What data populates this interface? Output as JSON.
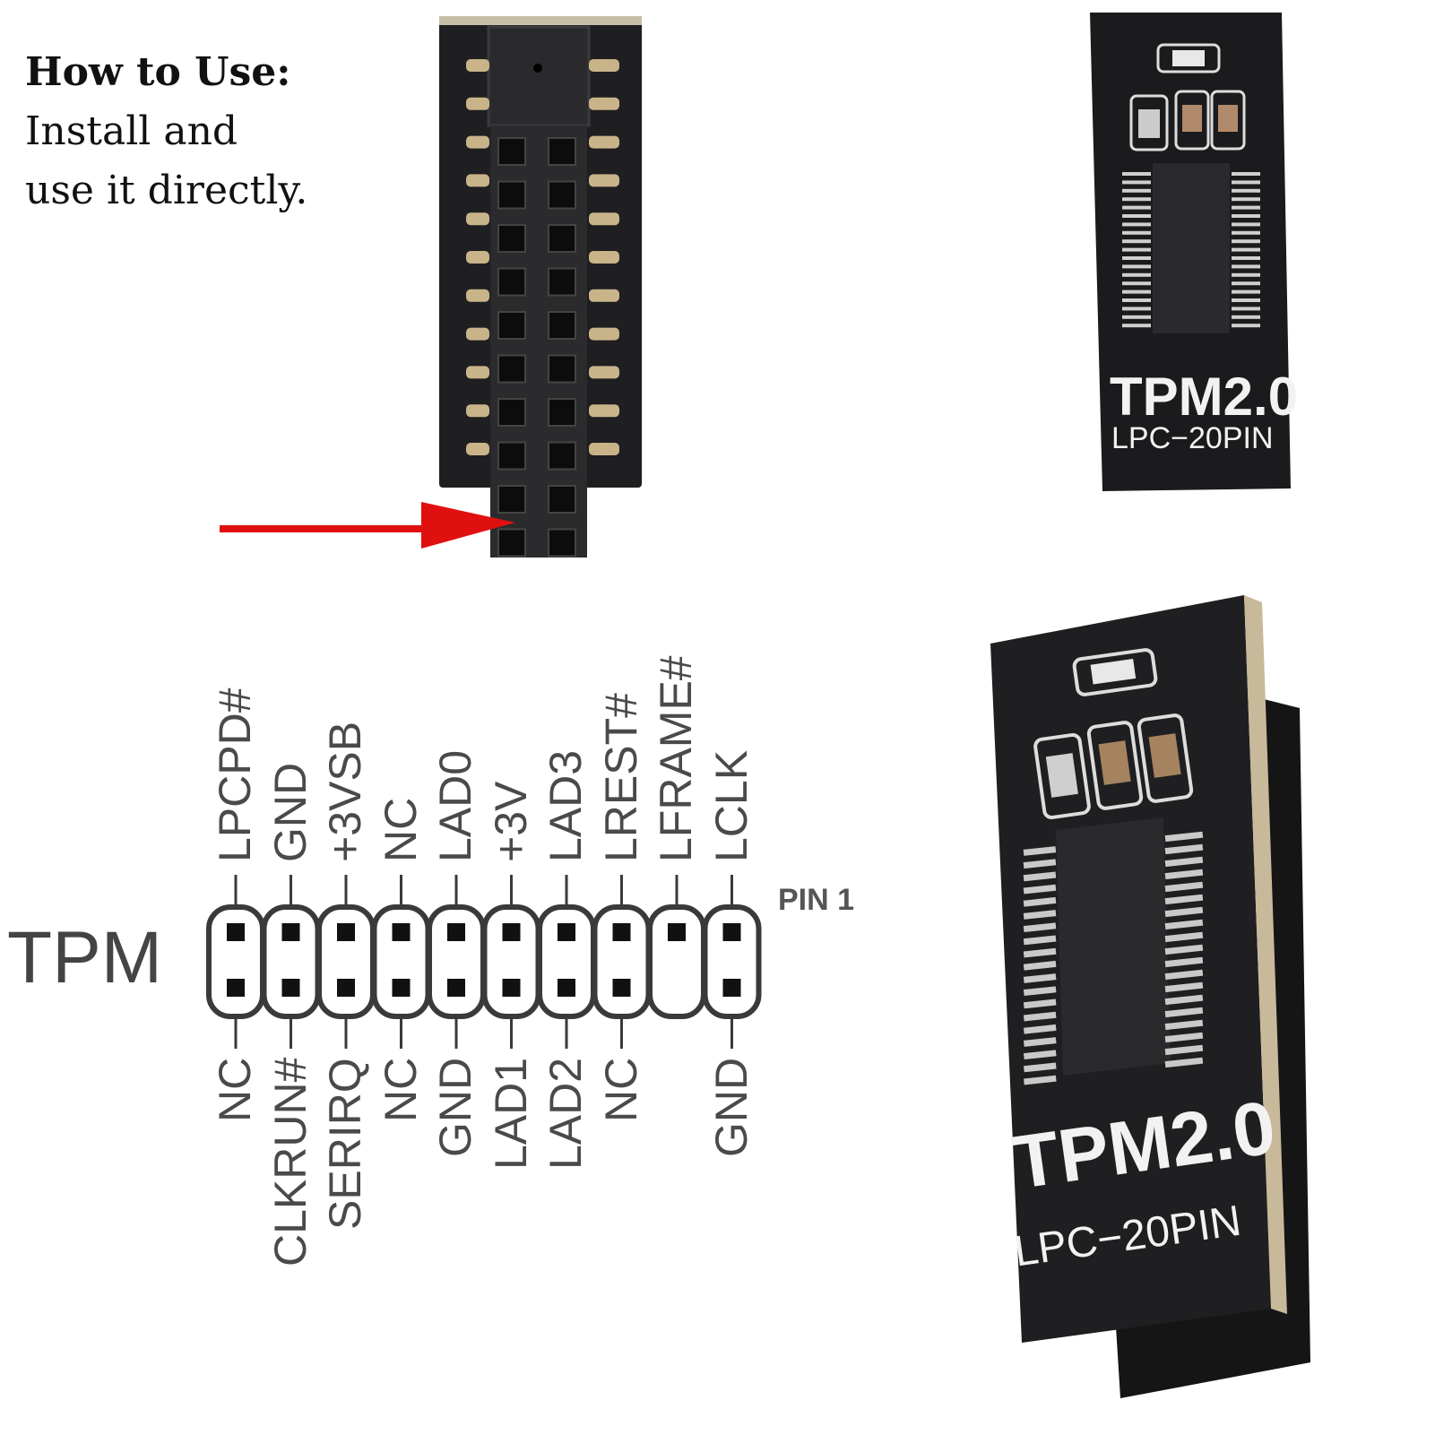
{
  "instructions": {
    "heading": "How to Use:",
    "line1": "Install and",
    "line2": "use it directly."
  },
  "board_top": {
    "title": "TPM2.0",
    "subtitle": "LPC−20PIN"
  },
  "board_bottom": {
    "title": "TPM2.0",
    "subtitle": "LPC−20PIN"
  },
  "pinout": {
    "header_label": "TPM",
    "pin1_label": "PIN 1",
    "top_row": [
      "LPCPD#",
      "GND",
      "+3VSB",
      "NC",
      "LAD0",
      "+3V",
      "LAD3",
      "LREST#",
      "LFRAME#",
      "LCLK"
    ],
    "bottom_row": [
      "NC",
      "CLKRUN#",
      "SERIRQ",
      "NC",
      "GND",
      "LAD1",
      "LAD2",
      "NC",
      "",
      "GND"
    ],
    "bottom_pins_present": [
      true,
      true,
      true,
      true,
      true,
      true,
      true,
      true,
      false,
      true
    ]
  },
  "colors": {
    "pcb": "#1c1c1e",
    "pad": "#c9b48a",
    "arrow": "#e01010",
    "diagram_line": "#3a3a3a"
  }
}
